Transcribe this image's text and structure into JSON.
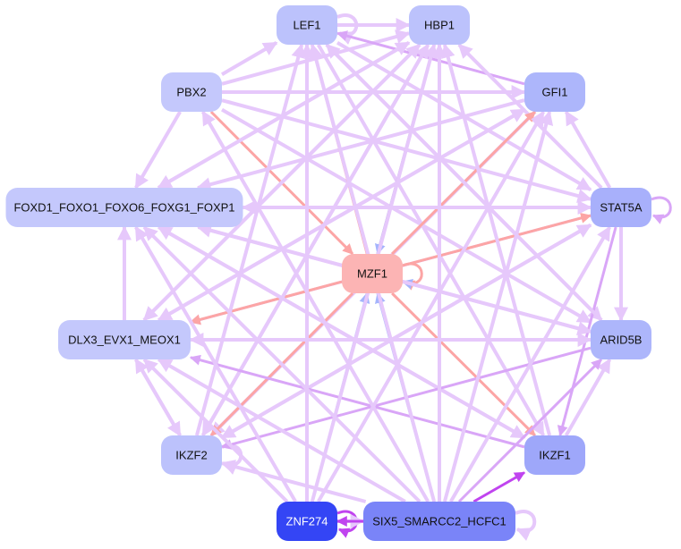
{
  "colors": {
    "edge_default": "#e6c8fb",
    "edge_strong": "#d9a6f7",
    "edge_red": "#fca5a5",
    "edge_blue": "#a5b4fc",
    "edge_violet": "#c044ef"
  },
  "nodes": [
    {
      "id": "LEF1",
      "label": "LEF1",
      "color": "#bcc2fc",
      "text_color": "#111111"
    },
    {
      "id": "HBP1",
      "label": "HBP1",
      "color": "#bcc2fc",
      "text_color": "#111111"
    },
    {
      "id": "PBX2",
      "label": "PBX2",
      "color": "#c4c8fc",
      "text_color": "#111111"
    },
    {
      "id": "GFI1",
      "label": "GFI1",
      "color": "#adb6fb",
      "text_color": "#111111"
    },
    {
      "id": "FOXD1",
      "label": "FOXD1_FOXO1_FOXO6_FOXG1_FOXP1",
      "color": "#c4c8fc",
      "text_color": "#111111"
    },
    {
      "id": "STAT5A",
      "label": "STAT5A",
      "color": "#a8b0fb",
      "text_color": "#111111"
    },
    {
      "id": "MZF1",
      "label": "MZF1",
      "color": "#fcb4b4",
      "text_color": "#111111"
    },
    {
      "id": "DLX3",
      "label": "DLX3_EVX1_MEOX1",
      "color": "#c4c8fc",
      "text_color": "#111111"
    },
    {
      "id": "ARID5B",
      "label": "ARID5B",
      "color": "#adb6fb",
      "text_color": "#111111"
    },
    {
      "id": "IKZF2",
      "label": "IKZF2",
      "color": "#bcc2fc",
      "text_color": "#111111"
    },
    {
      "id": "IKZF1",
      "label": "IKZF1",
      "color": "#9ea7fa",
      "text_color": "#111111"
    },
    {
      "id": "ZNF274",
      "label": "ZNF274",
      "color": "#3445f5",
      "text_color": "#ffffff"
    },
    {
      "id": "SIX5",
      "label": "SIX5_SMARCC2_HCFC1",
      "color": "#7a84f8",
      "text_color": "#111111"
    }
  ],
  "edges": [
    [
      "PBX2",
      "LEF1",
      "default"
    ],
    [
      "PBX2",
      "HBP1",
      "default"
    ],
    [
      "PBX2",
      "GFI1",
      "default"
    ],
    [
      "PBX2",
      "STAT5A",
      "default"
    ],
    [
      "PBX2",
      "ARID5B",
      "default"
    ],
    [
      "PBX2",
      "MZF1",
      "red"
    ],
    [
      "PBX2",
      "FOXD1",
      "default"
    ],
    [
      "LEF1",
      "LEF1",
      "default"
    ],
    [
      "LEF1",
      "HBP1",
      "default"
    ],
    [
      "LEF1",
      "STAT5A",
      "default"
    ],
    [
      "LEF1",
      "ARID5B",
      "default"
    ],
    [
      "LEF1",
      "IKZF1",
      "default"
    ],
    [
      "HBP1",
      "DLX3",
      "default"
    ],
    [
      "HBP1",
      "FOXD1",
      "default"
    ],
    [
      "HBP1",
      "IKZF2",
      "default"
    ],
    [
      "GFI1",
      "FOXD1",
      "default"
    ],
    [
      "GFI1",
      "DLX3",
      "default"
    ],
    [
      "GFI1",
      "IKZF2",
      "default"
    ],
    [
      "GFI1",
      "LEF1",
      "strong"
    ],
    [
      "STAT5A",
      "STAT5A",
      "strong"
    ],
    [
      "STAT5A",
      "ARID5B",
      "default"
    ],
    [
      "STAT5A",
      "GFI1",
      "default"
    ],
    [
      "STAT5A",
      "FOXD1",
      "default"
    ],
    [
      "STAT5A",
      "DLX3",
      "strong"
    ],
    [
      "STAT5A",
      "IKZF1",
      "strong"
    ],
    [
      "STAT5A",
      "HBP1",
      "default"
    ],
    [
      "STAT5A",
      "IKZF2",
      "default"
    ],
    [
      "MZF1",
      "MZF1",
      "red"
    ],
    [
      "MZF1",
      "FOXD1",
      "red"
    ],
    [
      "MZF1",
      "STAT5A",
      "red"
    ],
    [
      "MZF1",
      "GFI1",
      "red"
    ],
    [
      "MZF1",
      "HBP1",
      "red"
    ],
    [
      "MZF1",
      "LEF1",
      "red"
    ],
    [
      "MZF1",
      "DLX3",
      "red"
    ],
    [
      "MZF1",
      "IKZF2",
      "red"
    ],
    [
      "MZF1",
      "ARID5B",
      "red"
    ],
    [
      "MZF1",
      "IKZF1",
      "red"
    ],
    [
      "HBP1",
      "MZF1",
      "blue"
    ],
    [
      "ARID5B",
      "MZF1",
      "blue"
    ],
    [
      "ZNF274",
      "MZF1",
      "blue"
    ],
    [
      "SIX5",
      "MZF1",
      "blue"
    ],
    [
      "FOXD1",
      "STAT5A",
      "default"
    ],
    [
      "FOXD1",
      "ARID5B",
      "default"
    ],
    [
      "FOXD1",
      "IKZF1",
      "default"
    ],
    [
      "FOXD1",
      "HBP1",
      "default"
    ],
    [
      "DLX3",
      "ARID5B",
      "default"
    ],
    [
      "DLX3",
      "IKZF2",
      "default"
    ],
    [
      "DLX3",
      "FOXD1",
      "default"
    ],
    [
      "DLX3",
      "HBP1",
      "default"
    ],
    [
      "DLX3",
      "GFI1",
      "default"
    ],
    [
      "IKZF2",
      "IKZF2",
      "default"
    ],
    [
      "IKZF2",
      "DLX3",
      "default"
    ],
    [
      "IKZF2",
      "LEF1",
      "default"
    ],
    [
      "IKZF2",
      "HBP1",
      "default"
    ],
    [
      "IKZF2",
      "STAT5A",
      "default"
    ],
    [
      "IKZF1",
      "DLX3",
      "strong"
    ],
    [
      "IKZF1",
      "FOXD1",
      "default"
    ],
    [
      "IKZF1",
      "HBP1",
      "default"
    ],
    [
      "IKZF1",
      "ARID5B",
      "default"
    ],
    [
      "ARID5B",
      "IKZF2",
      "strong"
    ],
    [
      "ARID5B",
      "FOXD1",
      "default"
    ],
    [
      "ARID5B",
      "DLX3",
      "default"
    ],
    [
      "ARID5B",
      "LEF1",
      "default"
    ],
    [
      "ZNF274",
      "ZNF274",
      "violet"
    ],
    [
      "ZNF274",
      "SIX5",
      "default"
    ],
    [
      "ZNF274",
      "LEF1",
      "default"
    ],
    [
      "ZNF274",
      "HBP1",
      "default"
    ],
    [
      "ZNF274",
      "GFI1",
      "default"
    ],
    [
      "ZNF274",
      "DLX3",
      "default"
    ],
    [
      "ZNF274",
      "FOXD1",
      "default"
    ],
    [
      "SIX5",
      "SIX5",
      "default"
    ],
    [
      "SIX5",
      "IKZF1",
      "violet"
    ],
    [
      "SIX5",
      "ZNF274",
      "violet"
    ],
    [
      "SIX5",
      "LEF1",
      "default"
    ],
    [
      "SIX5",
      "HBP1",
      "default"
    ],
    [
      "SIX5",
      "GFI1",
      "default"
    ],
    [
      "SIX5",
      "STAT5A",
      "default"
    ],
    [
      "SIX5",
      "ARID5B",
      "strong"
    ],
    [
      "SIX5",
      "FOXD1",
      "default"
    ],
    [
      "SIX5",
      "DLX3",
      "default"
    ],
    [
      "SIX5",
      "IKZF2",
      "default"
    ],
    [
      "SIX5",
      "PBX2",
      "default"
    ]
  ]
}
